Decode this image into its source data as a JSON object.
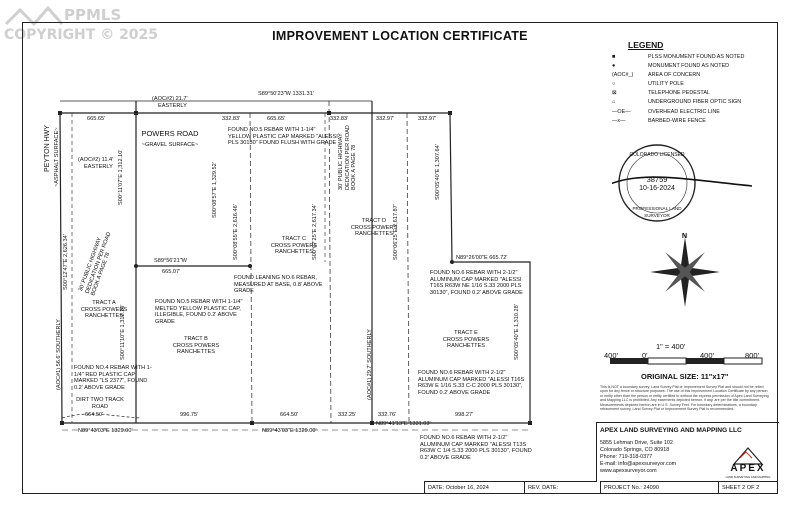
{
  "watermark": {
    "brand": "PPMLS",
    "copyright": "COPYRIGHT © 2025"
  },
  "title": "IMPROVEMENT LOCATION CERTIFICATE",
  "legend": {
    "heading": "LEGEND",
    "items": [
      {
        "symbol": "■",
        "text": "PLSS MONUMENT FOUND AS NOTED"
      },
      {
        "symbol": "●",
        "text": "MONUMENT FOUND AS NOTED"
      },
      {
        "symbol": "(AOC#_)",
        "text": "AREA OF CONCERN"
      },
      {
        "symbol": "○",
        "text": "UTILITY POLE"
      },
      {
        "symbol": "⊠",
        "text": "TELEPHONE PEDESTAL"
      },
      {
        "symbol": "⌂",
        "text": "UNDERGROUND FIBER OPTIC SIGN"
      },
      {
        "symbol": "—OE—",
        "text": "OVERHEAD ELECTRIC LINE"
      },
      {
        "symbol": "—x—",
        "text": "BARBED-WIRE FENCE"
      }
    ]
  },
  "seal": {
    "line1": "COLORADO LICENSED",
    "line2": "38759",
    "line3": "10-16-2024",
    "line4": "PROFESSIONAL LAND SURVEYOR"
  },
  "scale": {
    "ratio": "1\" = 400'",
    "ticks": [
      "400'",
      "0'",
      "400'",
      "800'"
    ],
    "original_size": "ORIGINAL SIZE: 11\"x17\""
  },
  "notes": "This is NOT a boundary survey, Land Survey Plat or Improvement Survey Plat and should not be relied upon for any fence or structure purposes. The use of this Improvement Location Certificate by any person or entity other than the person or entity certified to without the express permission of Apex Land Surveying and Mapping LLC is prohibited. Any easements depicted hereon, if any, are per the title commitment. Measurements depicted hereon are in U.S. Survey Feet. For boundary determinations, a boundary retracement survey, Land Survey Plat or Improvement Survey Plat is recommended.",
  "company": {
    "name": "APEX LAND SURVEYING AND MAPPING LLC",
    "address1": "5855 Lehman Drive, Suite 102",
    "address2": "Colorado Springs, CO 80918",
    "phone": "Phone: 719-318-0377",
    "email": "E-mail: info@apexsurveyor.com",
    "web": "www.apexsurveyor.com",
    "logo": "APEX",
    "logo_sub": "LAND SURVEYING AND MAPPING"
  },
  "title_block": {
    "date": "DATE: October 16, 2024",
    "rev_date": "REV. DATE:",
    "project": "PROJECT No.: 24090",
    "sheet": "SHEET 2 OF 2"
  },
  "plat": {
    "roads": {
      "powers_road": "POWERS ROAD",
      "gravel": "~GRAVEL SURFACE~",
      "feyton": "PEYTON HWY",
      "asphalt": "~ASPHALT SURFACE~",
      "dirt_track": "DIRT TWO TRACK ROAD"
    },
    "aoc": {
      "aoc2a": "(AOC#2) 21.7'",
      "aoc2a_dir": "EASTERLY",
      "aoc2b": "(AOC#2) 11.4'",
      "aoc2b_dir": "EASTERLY",
      "aoc1": "(AOC#1) 56.6' SOUTHERLY",
      "aoc1b": "(AOC#1) 29.7' SOUTHERLY"
    },
    "top_bearing": "S89°50'23\"W 1331.31'",
    "top_dims": [
      "665.65'",
      "332.83'",
      "665.65'",
      "332.83'",
      "332.97'",
      "332.97'"
    ],
    "row_bearing": "S89°56'21\"W",
    "row_dim": "665.07'",
    "right_bearing": "N89°26'00\"E 665.72'",
    "bottom_dims": [
      "664.50'",
      "996.75'",
      "664.50'",
      "332.25'",
      "332.76'",
      "998.27'"
    ],
    "bottom_bearings": [
      "N89°43'03\"E 1329.00'",
      "N89°43'03\"E 1329.00'",
      "N89°41'13\"E 1331.03'"
    ],
    "verticals": [
      "S00°11'07\"E 1,312.10'",
      "S00°11'10\"E 1,312.10'",
      "S00°08'57\"E 1,329.52'",
      "S00°08'55\"E 2,616.46'",
      "S00°07'25\"E 2,617.34'",
      "S00°06'25\"E 2,617.87'",
      "S00°05'40\"E 1,307.64'",
      "S00°05'40\"E 1,310.28'",
      "S00°12'47\"E 2,626.34'"
    ],
    "tracts": [
      {
        "name": "TRACT A",
        "owner": "CROSS POWERS RANCHETTES"
      },
      {
        "name": "TRACT B",
        "owner": "CROSS POWERS RANCHETTES"
      },
      {
        "name": "TRACT C",
        "owner": "CROSS POWERS RANCHETTES"
      },
      {
        "name": "TRACT D",
        "owner": "CROSS POWERS RANCHETTES"
      },
      {
        "name": "TRACT E",
        "owner": "CROSS POWERS RANCHETTES"
      }
    ],
    "row_labels": [
      "30' PUBLIC HIGHWAY DEDICATION PER ROAD BOOK A PAGE 78",
      "30' PUBLIC HIGHWAY DEDICATION PER ROAD BOOK A PAGE 78"
    ],
    "notes": [
      "FOUND NO.5 REBAR WITH 1-1/4\" YELLOW PLASTIC CAP MARKED \"ALESSI PLS 30130\" FOUND FLUSH WITH GRADE",
      "FOUND NO.5 REBAR WITH 1-1/4\" MELTED YELLOW PLASTIC CAP, ILLEGIBLE, FOUND 0.2' ABOVE GRADE",
      "FOUND LEANING NO.6 REBAR, MEASURED AT BASE, 0.8' ABOVE GRADE",
      "FOUND NO.6 REBAR WITH 2-1/2\" ALUMINUM CAP MARKED \"ALESSI T16S R63W NE 1/16 S.33 2000 PLS 30130\", FOUND 0.2' ABOVE GRADE",
      "FOUND NO.4 REBAR WITH 1-1/4\" RED PLASTIC CAP MARKED \"LS 2377\", FOUND 0.2' ABOVE GRADE",
      "FOUND NO.6 REBAR WITH 2-1/2\" ALUMINUM CAP MARKED \"ALESSI T16S R63W E 1/16 S.33 C-C 2000 PLS 30130\", FOUND 0.2' ABOVE GRADE",
      "FOUND NO.6 REBAR WITH 2-1/2\" ALUMINUM CAP MARKED \"ALESSI T13S R63W C 1/4 S.33 2000 PLS 30130\", FOUND 0.2' ABOVE GRADE"
    ]
  }
}
